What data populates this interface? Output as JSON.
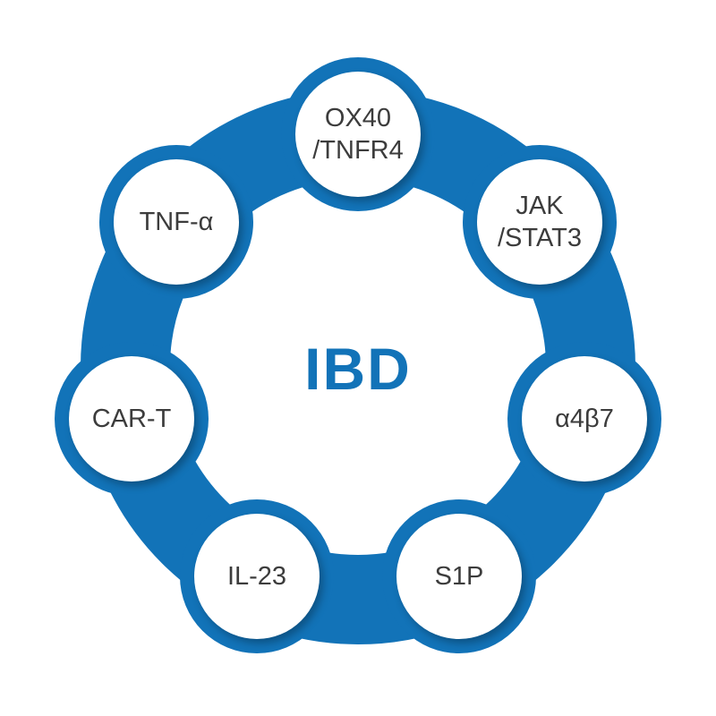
{
  "colors": {
    "accent": "#1273b8",
    "node_text": "#3c3c3c",
    "background": "#ffffff"
  },
  "center": {
    "label": "IBD"
  },
  "nodes": [
    {
      "id": "ox40-tnfr4",
      "label": "OX40\n/TNFR4"
    },
    {
      "id": "jak-stat3",
      "label": "JAK\n/STAT3"
    },
    {
      "id": "a4b7",
      "label": "α4β7"
    },
    {
      "id": "s1p",
      "label": "S1P"
    },
    {
      "id": "il-23",
      "label": "IL-23"
    },
    {
      "id": "car-t",
      "label": "CAR-T"
    },
    {
      "id": "tnf-alpha",
      "label": "TNF-α"
    }
  ]
}
